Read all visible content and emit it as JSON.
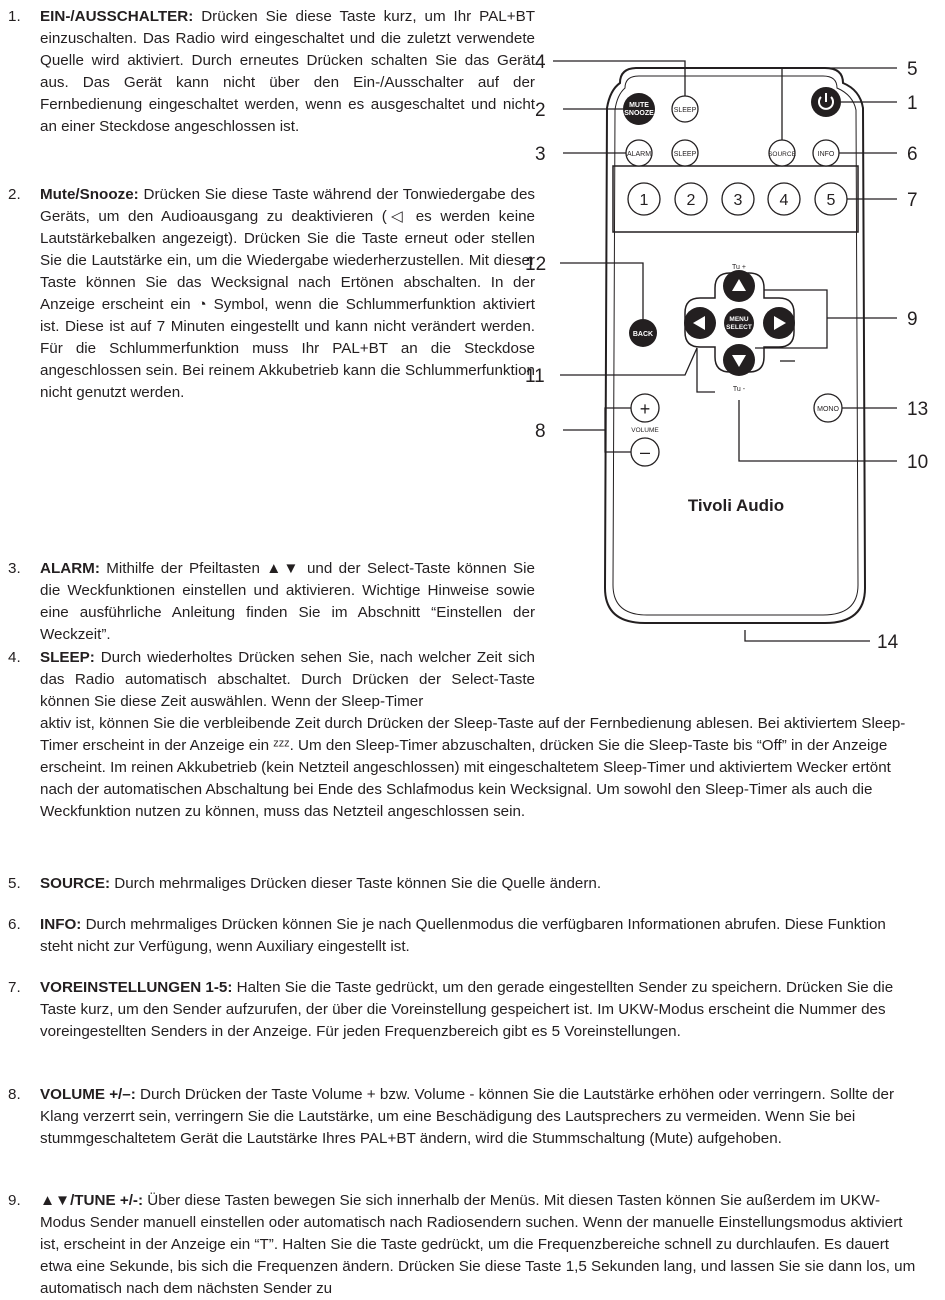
{
  "items": [
    {
      "num": "1.",
      "term": "EIN-/AUSSCHALTER:",
      "text": " Drücken Sie diese Taste kurz, um Ihr PAL+BT einzuschalten. Das Radio wird eingeschaltet und die zuletzt verwendete Quelle wird aktiviert. Durch erneutes Drücken schalten Sie das Gerät aus. Das Gerät kann nicht über den Ein-/Ausschalter auf der Fernbedienung eingeschaltet werden, wenn es ausgeschaltet und nicht an einer Steckdose angeschlossen ist."
    },
    {
      "num": "2.",
      "term": "Mute/Snooze:",
      "text": " Drücken Sie diese Taste während der Tonwiedergabe des Geräts, um den Audioausgang zu deaktivieren (◁ es werden keine Lautstärkebalken angezeigt). Drücken Sie die Taste erneut oder stellen Sie die Lautstärke ein, um die Wiedergabe wiederherzustellen. Mit dieser Taste können Sie das Wecksignal nach Ertönen abschalten. In der Anzeige erscheint ein ◔ Symbol, wenn die Schlummerfunktion aktiviert ist. Diese ist auf 7 Minuten eingestellt und kann nicht verändert werden. Für die Schlummerfunktion muss Ihr PAL+BT an die Steckdose angeschlossen sein. Bei reinem Akkubetrieb kann die Schlummerfunktion nicht genutzt werden."
    },
    {
      "num": "3.",
      "term": "ALARM:",
      "text": " Mithilfe der Pfeiltasten ▲▼ und der Select-Taste können Sie die Weckfunktionen einstellen und aktivieren. Wichtige Hinweise sowie eine ausführliche Anleitung finden Sie im Abschnitt “Einstellen der Weckzeit”."
    },
    {
      "num": "4.",
      "term": "SLEEP:",
      "text": " Durch wiederholtes Drücken sehen Sie, nach welcher Zeit sich das Radio automatisch abschaltet. Durch Drücken der Select-Taste können Sie diese Zeit auswählen. Wenn der Sleep-Timer",
      "text2": "aktiv ist, können Sie die verbleibende Zeit durch Drücken der Sleep-Taste auf der Fernbedienung ablesen. Bei aktiviertem Sleep-Timer erscheint in der Anzeige ein ᶻᶻᶻ. Um den Sleep-Timer abzuschalten, drücken Sie die Sleep-Taste bis “Off” in der Anzeige erscheint. Im reinen Akkubetrieb (kein Netzteil angeschlossen) mit eingeschaltetem Sleep-Timer und aktiviertem Wecker ertönt nach der automatischen Abschaltung bei Ende des Schlafmodus kein Wecksignal. Um sowohl den Sleep-Timer als auch die Weckfunktion nutzen zu können, muss das Netzteil angeschlossen sein."
    },
    {
      "num": "5.",
      "term": "SOURCE:",
      "text": " Durch mehrmaliges Drücken dieser Taste können Sie die Quelle ändern."
    },
    {
      "num": "6.",
      "term": "INFO:",
      "text": " Durch mehrmaliges Drücken können Sie je nach Quellenmodus die verfügbaren Informationen abrufen. Diese Funktion steht nicht zur Verfügung, wenn Auxiliary eingestellt ist."
    },
    {
      "num": "7.",
      "term": "VOREINSTELLUNGEN 1-5:",
      "text": " Halten Sie die Taste gedrückt, um den gerade eingestellten Sender zu speichern. Drücken Sie die Taste kurz, um den Sender aufzurufen, der über die Voreinstellung gespeichert ist. Im UKW-Modus erscheint die Nummer des voreingestellten Senders in der Anzeige. Für jeden Frequenzbereich gibt es 5 Voreinstellungen."
    },
    {
      "num": "8.",
      "term": "VOLUME +/–:",
      "text": " Durch Drücken der Taste Volume + bzw. Volume - können Sie die Lautstärke erhöhen oder verringern. Sollte der Klang verzerrt sein, verringern Sie die Lautstärke, um eine Beschädigung des Lautsprechers zu vermeiden. Wenn Sie bei stummgeschaltetem Gerät die Lautstärke Ihres PAL+BT ändern, wird die Stummschaltung (Mute) aufgehoben."
    },
    {
      "num": "9.",
      "term": "▲▼/TUNE +/-:",
      "text": " Über diese Tasten bewegen Sie sich innerhalb der Menüs. Mit diesen Tasten können Sie außerdem im UKW-Modus Sender manuell einstellen oder automatisch nach Radiosendern suchen. Wenn der manuelle Einstellungsmodus aktiviert ist, erscheint in der Anzeige ein “T”. Halten Sie die Taste gedrückt, um die Frequenzbereiche schnell zu durchlaufen. Es dauert etwa eine Sekunde, bis sich die Frequenzen ändern. Drücken Sie diese Taste 1,5 Sekunden lang, und lassen Sie sie dann los, um automatisch nach dem nächsten Sender zu"
    }
  ],
  "remote": {
    "brand": "Tivoli Audio",
    "callouts": [
      "1",
      "2",
      "3",
      "4",
      "5",
      "6",
      "7",
      "8",
      "9",
      "10",
      "11",
      "12",
      "13",
      "14"
    ],
    "buttons": {
      "mute_line1": "MUTE",
      "mute_line2": "SNOOZE",
      "sleep": "SLEEP",
      "alarm": "ALARM",
      "source": "SOURCE",
      "info": "INFO",
      "presets": [
        "1",
        "2",
        "3",
        "4",
        "5"
      ],
      "back": "BACK",
      "menu_line1": "MENU",
      "menu_line2": "SELECT",
      "mono": "MONO",
      "vol_plus": "+",
      "vol_minus": "–",
      "volume": "VOLUME",
      "tu_plus": "Tu +",
      "tu_minus": "Tu -"
    }
  }
}
